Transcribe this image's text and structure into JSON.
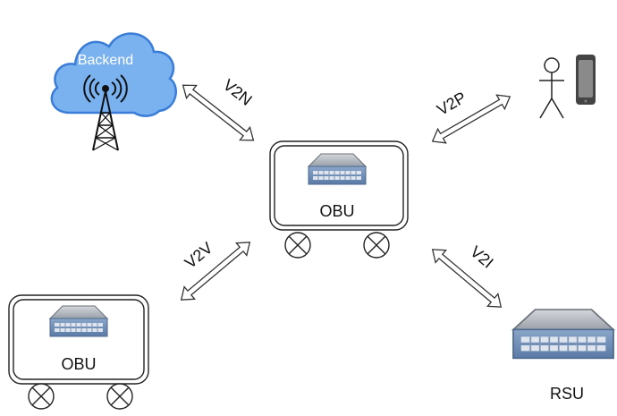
{
  "nodes": {
    "backend": "Backend",
    "obu_center": "OBU",
    "obu_left": "OBU",
    "rsu": "RSU"
  },
  "links": {
    "v2n": "V2N",
    "v2p": "V2P",
    "v2v": "V2V",
    "v2i": "V2I"
  },
  "colors": {
    "cloud_fill": "#7ab2f0",
    "cloud_stroke": "#3a7dd8",
    "device_top": "#b9bdc4",
    "device_front": "#6f8fb9",
    "device_slots": "#d7dde6",
    "phone_body": "#444444",
    "phone_screen": "#8a8a8a"
  },
  "icons": [
    "cloud-icon",
    "antenna-tower-icon",
    "pedestrian-icon",
    "smartphone-icon",
    "network-device-icon",
    "wheel-icon",
    "double-arrow-icon"
  ]
}
